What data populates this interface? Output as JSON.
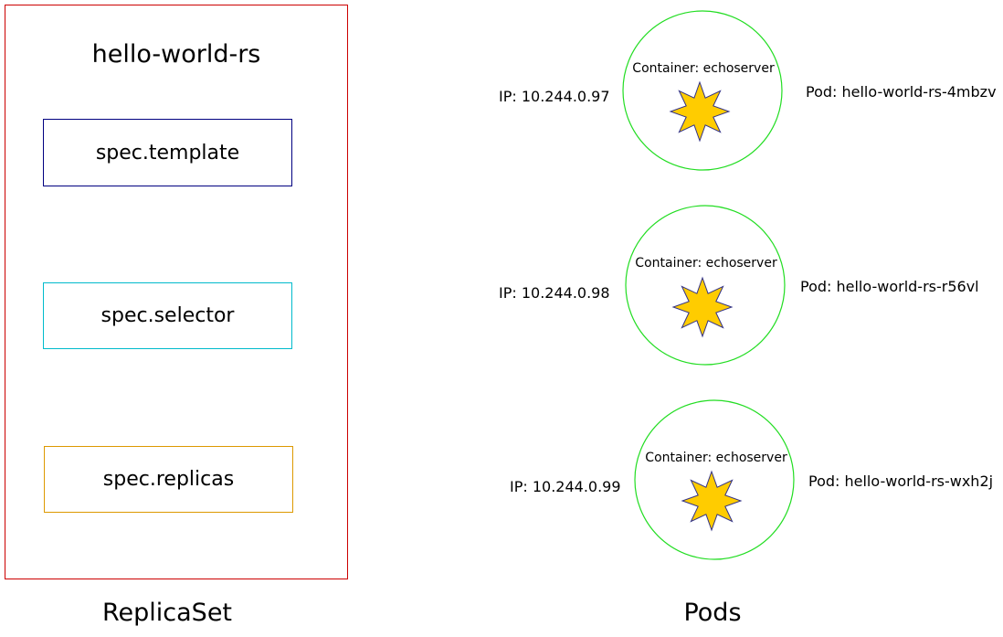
{
  "replicaset": {
    "name": "hello-world-rs",
    "specs": {
      "template": "spec.template",
      "selector": "spec.selector",
      "replicas": "spec.replicas"
    },
    "label": "ReplicaSet"
  },
  "pods_label": "Pods",
  "pods": [
    {
      "ip": "IP: 10.244.0.97",
      "container": "Container: echoserver",
      "name": "Pod: hello-world-rs-4mbzv"
    },
    {
      "ip": "IP: 10.244.0.98",
      "container": "Container: echoserver",
      "name": "Pod: hello-world-rs-r56vl"
    },
    {
      "ip": "IP: 10.244.0.99",
      "container": "Container: echoserver",
      "name": "Pod: hello-world-rs-wxh2j"
    }
  ],
  "colors": {
    "replicaset_border": "#cc0000",
    "template_border": "#000080",
    "selector_border": "#00bbcc",
    "replicas_border": "#dd9900",
    "pod_circle": "#22dd22",
    "star_fill": "#ffcc00",
    "star_stroke": "#333388"
  },
  "icons": {
    "container": "star-icon"
  }
}
